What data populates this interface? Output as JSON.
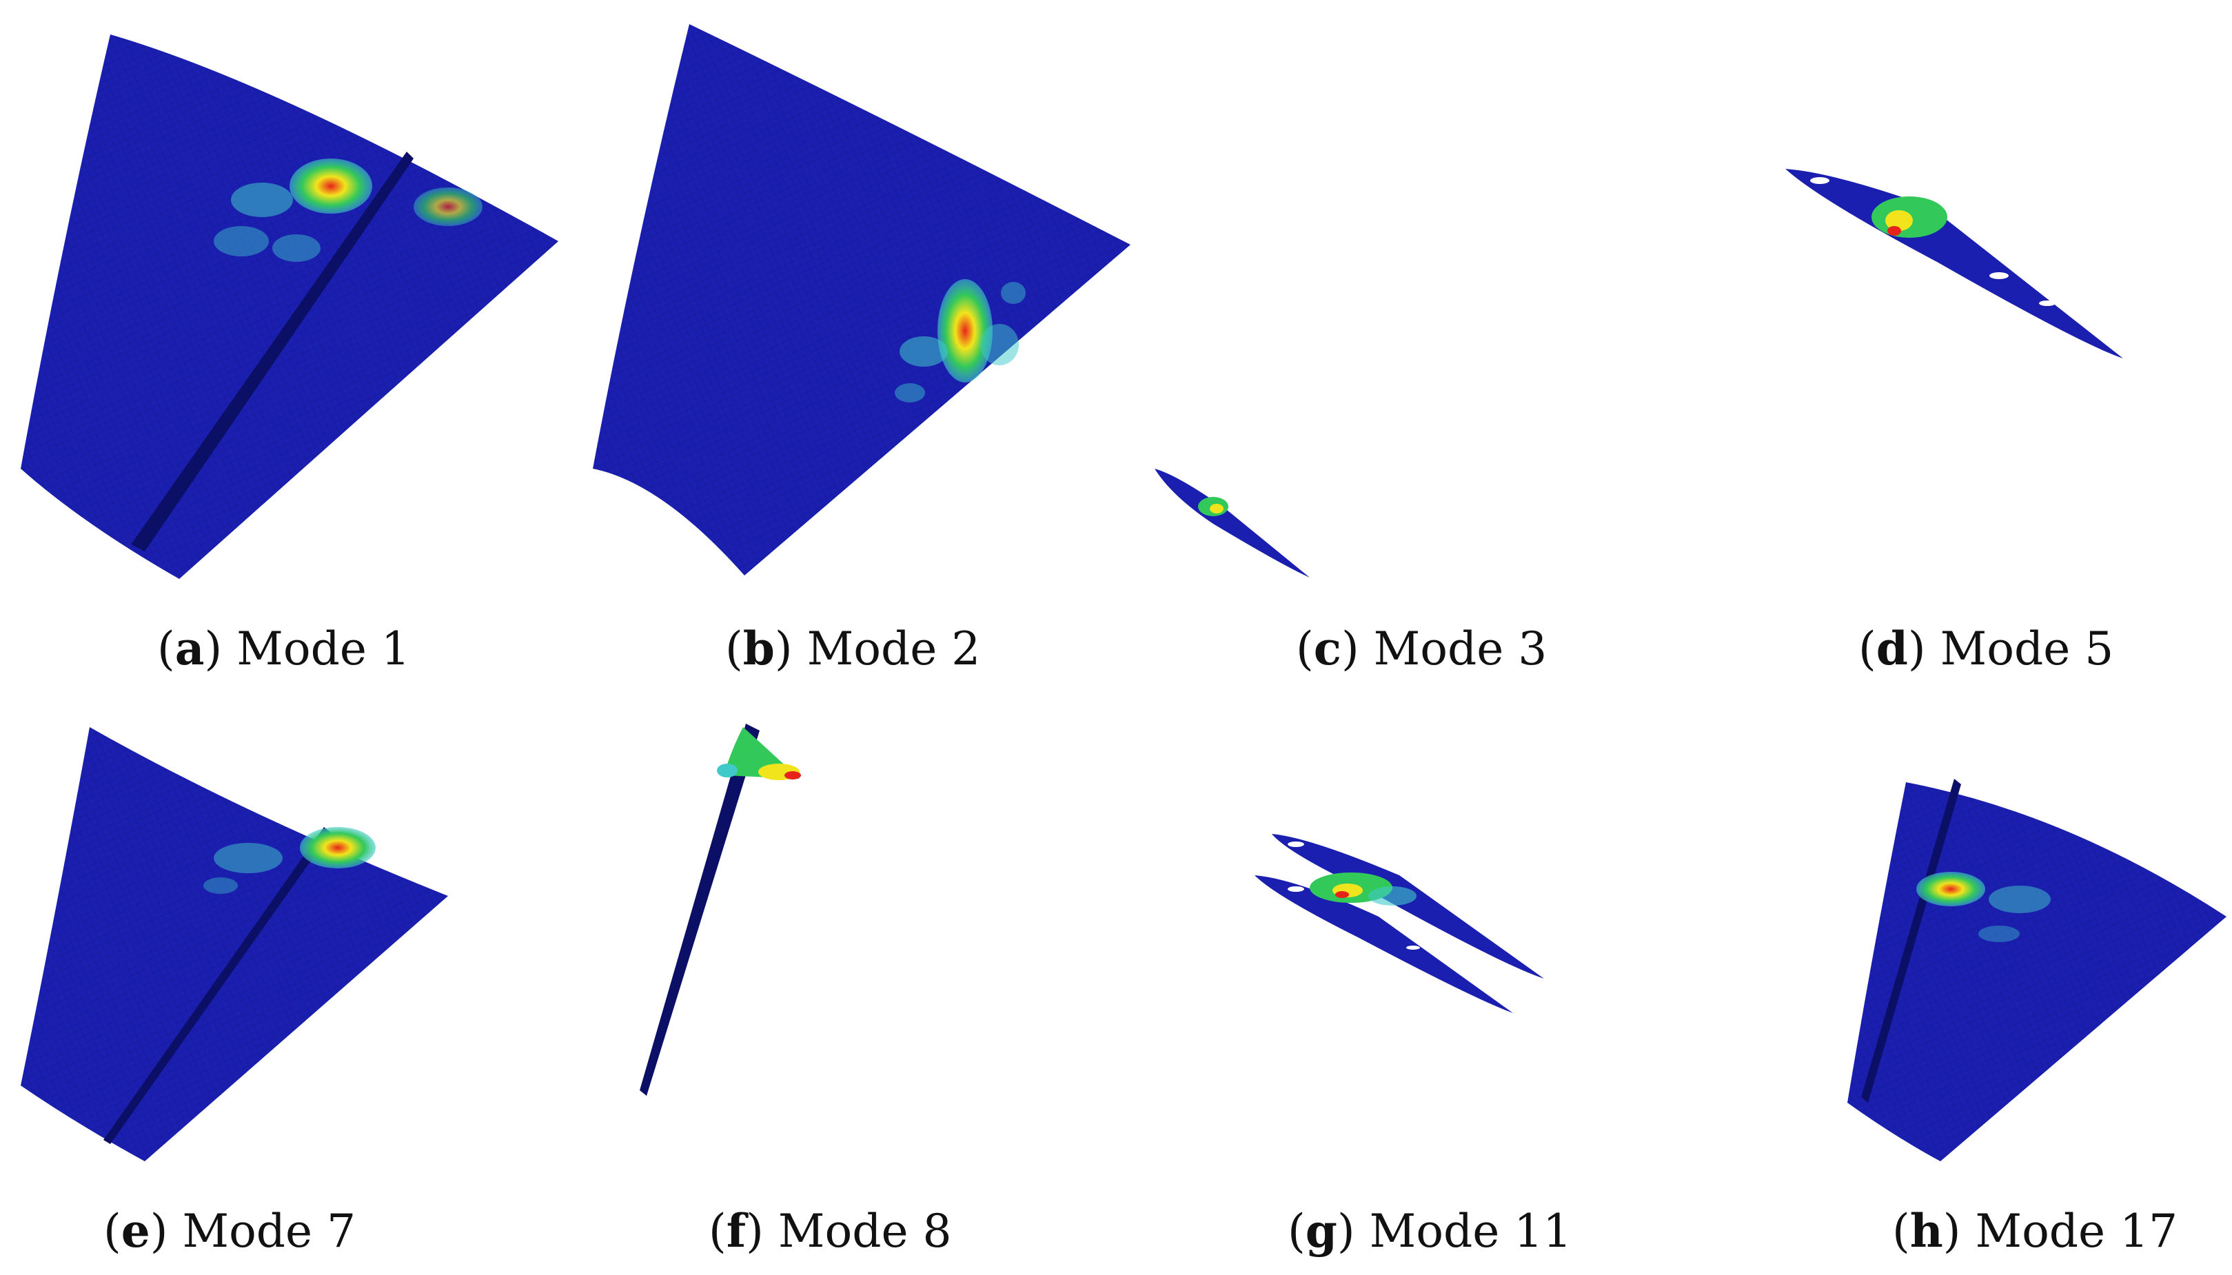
{
  "figure": {
    "panels": [
      {
        "id": "a",
        "letter": "a",
        "label": "Mode 1"
      },
      {
        "id": "b",
        "letter": "b",
        "label": "Mode 2"
      },
      {
        "id": "c",
        "letter": "c",
        "label": "Mode 3"
      },
      {
        "id": "d",
        "letter": "d",
        "label": "Mode 5"
      },
      {
        "id": "e",
        "letter": "e",
        "label": "Mode 7"
      },
      {
        "id": "f",
        "letter": "f",
        "label": "Mode 8"
      },
      {
        "id": "g",
        "letter": "g",
        "label": "Mode 11"
      },
      {
        "id": "h",
        "letter": "h",
        "label": "Mode 17"
      }
    ],
    "colors": {
      "surface": "#1a1fb0",
      "surface_dark": "#0c0f66",
      "mesh": "#0a0d55",
      "hot_red": "#e8231a",
      "hot_yellow": "#f2e41c",
      "hot_green": "#32c85a",
      "hot_cyan": "#3fc9c9"
    }
  }
}
